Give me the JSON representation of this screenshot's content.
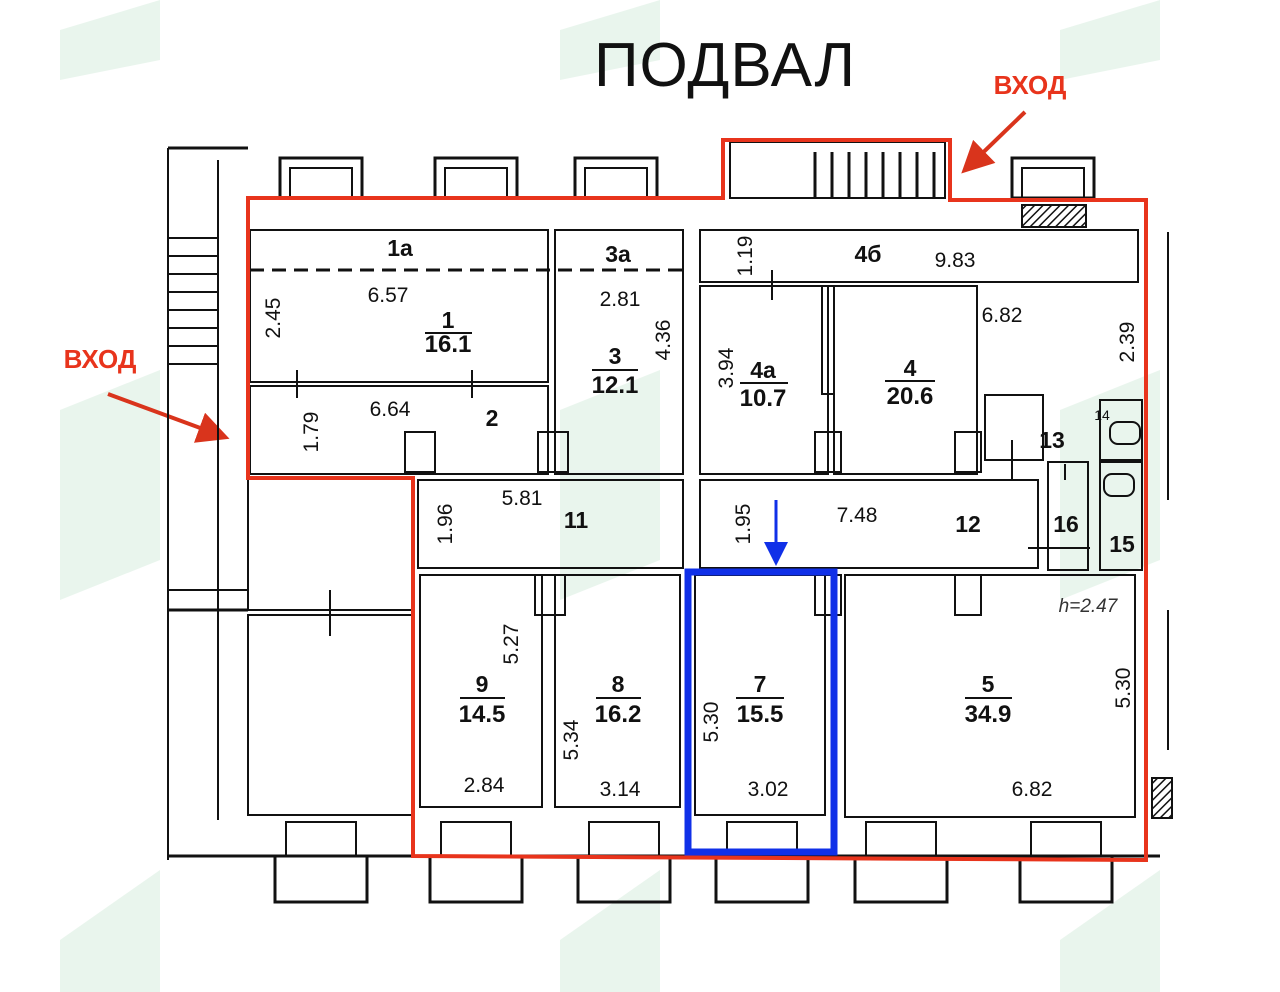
{
  "plan": {
    "title": "ПОДВАЛ",
    "entry_top": "ВХОД",
    "entry_left": "ВХОД",
    "height_note": "h=2.47",
    "colors": {
      "leased_outline": "#e8341c",
      "selected_outline": "#1030e8",
      "arrow_blue": "#1030e8",
      "ink": "#111111"
    }
  },
  "rooms": [
    {
      "id": "1a",
      "label": "1а"
    },
    {
      "id": "1",
      "number": "1",
      "area": "16.1"
    },
    {
      "id": "2",
      "label": "2"
    },
    {
      "id": "3a",
      "label": "3а"
    },
    {
      "id": "3",
      "number": "3",
      "area": "12.1"
    },
    {
      "id": "4b",
      "label": "4б"
    },
    {
      "id": "4a",
      "number": "4а",
      "area": "10.7"
    },
    {
      "id": "4",
      "number": "4",
      "area": "20.6"
    },
    {
      "id": "5",
      "number": "5",
      "area": "34.9"
    },
    {
      "id": "7",
      "number": "7",
      "area": "15.5"
    },
    {
      "id": "8",
      "number": "8",
      "area": "16.2"
    },
    {
      "id": "9",
      "number": "9",
      "area": "14.5"
    },
    {
      "id": "11",
      "label": "11"
    },
    {
      "id": "12",
      "label": "12"
    },
    {
      "id": "13",
      "label": "13"
    },
    {
      "id": "14",
      "label": "14"
    },
    {
      "id": "15",
      "label": "15"
    },
    {
      "id": "16",
      "label": "16"
    }
  ],
  "dimensions": {
    "d_6_57": "6.57",
    "d_2_45": "2.45",
    "d_1_79": "1.79",
    "d_6_64": "6.64",
    "d_2_81": "2.81",
    "d_4_36": "4.36",
    "d_1_19": "1.19",
    "d_9_83": "9.83",
    "d_6_82_top": "6.82",
    "d_2_39": "2.39",
    "d_3_94": "3.94",
    "d_1_96": "1.96",
    "d_5_81": "5.81",
    "d_1_95": "1.95",
    "d_7_48": "7.48",
    "d_5_27": "5.27",
    "d_2_84": "2.84",
    "d_5_34": "5.34",
    "d_3_14": "3.14",
    "d_5_30_r7": "5.30",
    "d_3_02": "3.02",
    "d_5_30_r5": "5.30",
    "d_6_82_bottom": "6.82"
  }
}
